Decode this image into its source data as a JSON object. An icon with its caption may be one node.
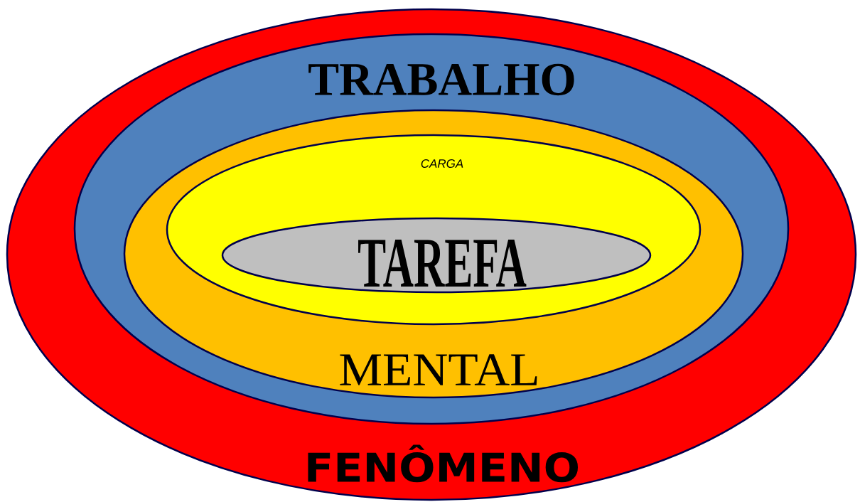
{
  "diagram": {
    "nodes": [
      {
        "text": [
          "FENÔMENO"
        ]
      },
      {
        "text": [
          "TRABALHO"
        ],
        "in": 0
      },
      {
        "text": [
          "MENTAL"
        ],
        "in": 1
      },
      {
        "text": [
          "CARGA"
        ],
        "in": 2
      },
      {
        "text": [
          "TAREFA"
        ],
        "in": 3
      }
    ]
  }
}
